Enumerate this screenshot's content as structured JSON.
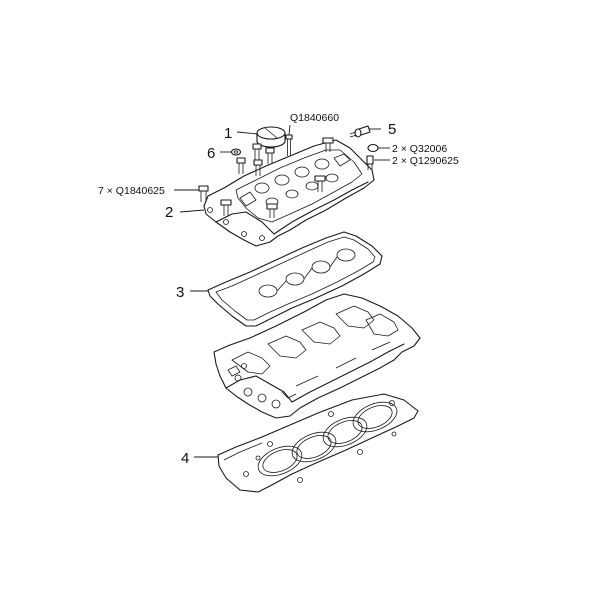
{
  "callouts": {
    "part1": "1",
    "part2": "2",
    "part3": "3",
    "part4": "4",
    "part5": "5",
    "part6": "6"
  },
  "part_codes": {
    "bolt_top": "Q1840660",
    "washer": "2 × Q32006",
    "stud": "2 × Q1290625",
    "cover_bolts": "7 × Q1840625"
  }
}
